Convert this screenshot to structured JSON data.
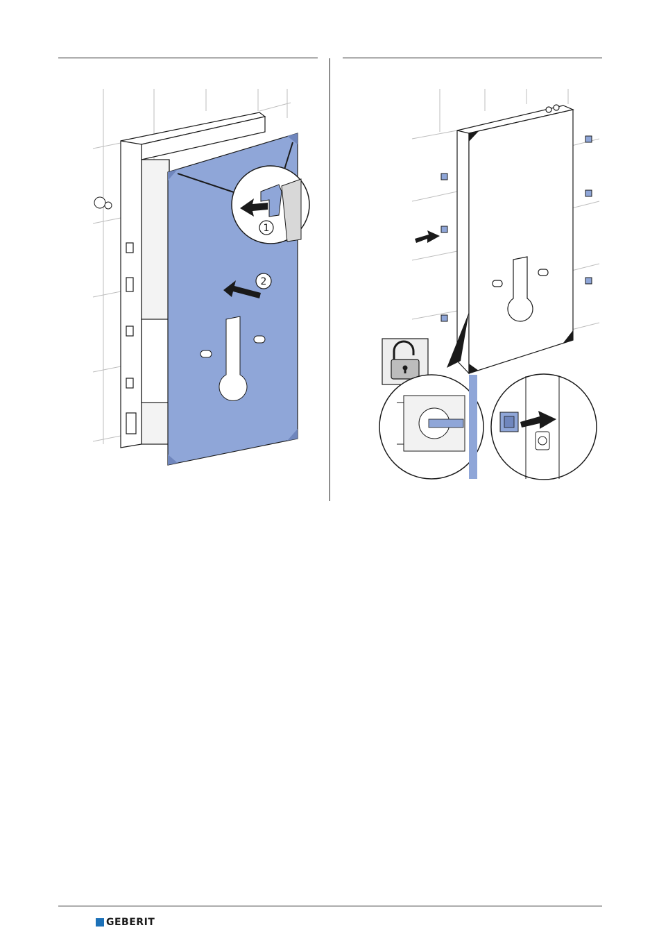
{
  "document": {
    "left_step": {
      "callouts": [
        "1",
        "2"
      ]
    },
    "right_step": {
      "lock_icon": "unlocked-padlock-icon"
    }
  },
  "footer": {
    "logo_text": "GEBERIT",
    "logo_square_color": "#1c71b8"
  },
  "colors": {
    "panel_blue": "#8fa6d8",
    "panel_blue_dark": "#6f86bd",
    "line": "#1a1a1a",
    "wall_grid": "#bdbdbd"
  }
}
